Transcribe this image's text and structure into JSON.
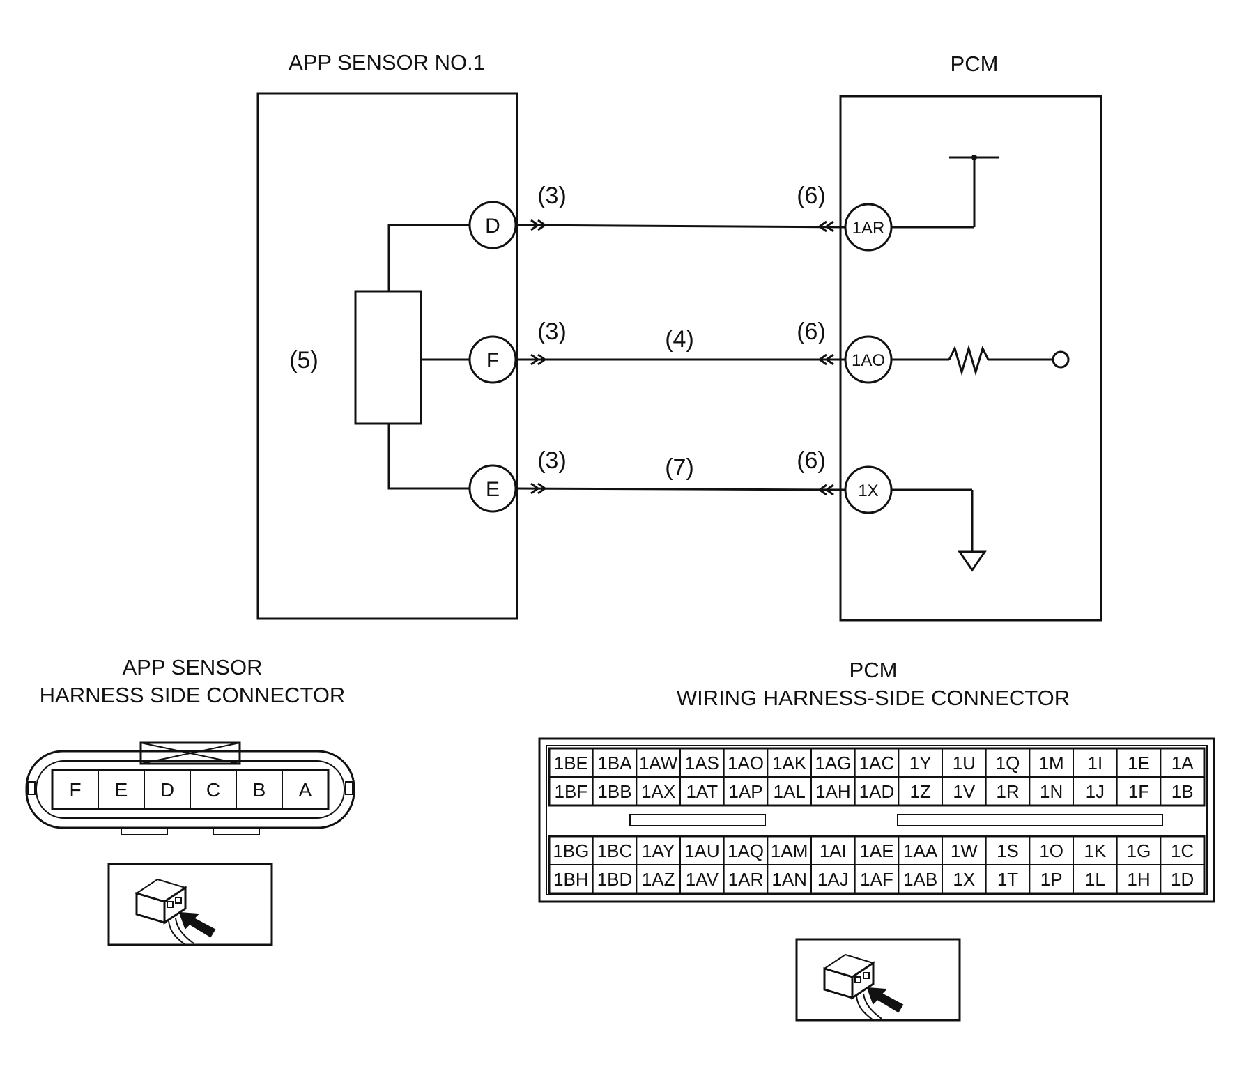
{
  "titles": {
    "app_sensor": "APP SENSOR NO.1",
    "pcm": "PCM",
    "app_connector_line1": "APP SENSOR",
    "app_connector_line2": "HARNESS SIDE CONNECTOR",
    "pcm_connector_line1": "PCM",
    "pcm_connector_line2": "WIRING HARNESS-SIDE CONNECTOR"
  },
  "sensor_pins": [
    "D",
    "F",
    "E"
  ],
  "pcm_pins": [
    "1AR",
    "1AO",
    "1X"
  ],
  "annotations": {
    "sensor_connector": "3",
    "pcm_connector": "6",
    "sensor_body": "5",
    "signal_wire": "4",
    "ground_wire": "7"
  },
  "app_connector_cavities": [
    "F",
    "E",
    "D",
    "C",
    "B",
    "A"
  ],
  "pcm_connector": {
    "upper": [
      [
        "1BE",
        "1BA",
        "1AW",
        "1AS",
        "1AO",
        "1AK",
        "1AG",
        "1AC",
        "1Y",
        "1U",
        "1Q",
        "1M",
        "1I",
        "1E",
        "1A"
      ],
      [
        "1BF",
        "1BB",
        "1AX",
        "1AT",
        "1AP",
        "1AL",
        "1AH",
        "1AD",
        "1Z",
        "1V",
        "1R",
        "1N",
        "1J",
        "1F",
        "1B"
      ]
    ],
    "lower": [
      [
        "1BG",
        "1BC",
        "1AY",
        "1AU",
        "1AQ",
        "1AM",
        "1AI",
        "1AE",
        "1AA",
        "1W",
        "1S",
        "1O",
        "1K",
        "1G",
        "1C"
      ],
      [
        "1BH",
        "1BD",
        "1AZ",
        "1AV",
        "1AR",
        "1AN",
        "1AJ",
        "1AF",
        "1AB",
        "1X",
        "1T",
        "1P",
        "1L",
        "1H",
        "1D"
      ]
    ]
  }
}
